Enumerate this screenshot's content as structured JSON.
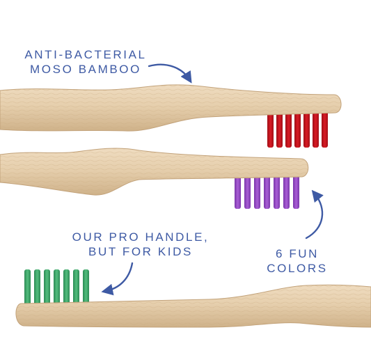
{
  "callouts": {
    "bamboo": {
      "line1": "ANTI-BACTERIAL",
      "line2": "MOSO BAMBOO"
    },
    "pro_handle": {
      "line1": "OUR PRO HANDLE,",
      "line2": "BUT FOR KIDS"
    },
    "colors": {
      "line1": "6 FUN",
      "line2": "COLORS"
    }
  },
  "colors": {
    "text": "#3e5aa4",
    "arrow": "#3e5aa4",
    "bamboo": "#e6cfae",
    "bristles_red": "#c8141e",
    "bristles_purple": "#9a4fc9",
    "bristles_green": "#3fa86a"
  }
}
